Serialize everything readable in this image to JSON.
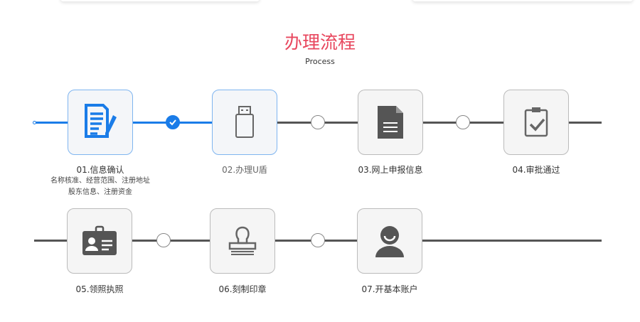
{
  "header": {
    "title": "办理流程",
    "subtitle": "Process"
  },
  "colors": {
    "accent": "#1a7ce8",
    "title": "#e8475e",
    "inactive": "#555555"
  },
  "steps": [
    {
      "label": "01.信息确认",
      "desc1": "名称核准、经营范围、注册地址",
      "desc2": "股东信息、注册资金",
      "icon": "document-pen-icon",
      "status": "done"
    },
    {
      "label": "02.办理U盾",
      "icon": "usb-key-icon",
      "status": "current"
    },
    {
      "label": "03.网上申报信息",
      "icon": "file-icon",
      "status": "pending"
    },
    {
      "label": "04.审批通过",
      "icon": "clipboard-check-icon",
      "status": "pending"
    },
    {
      "label": "05.领照执照",
      "icon": "id-card-icon",
      "status": "pending"
    },
    {
      "label": "06.刻制印章",
      "icon": "stamp-icon",
      "status": "pending"
    },
    {
      "label": "07.开基本账户",
      "icon": "user-icon",
      "status": "pending"
    }
  ]
}
